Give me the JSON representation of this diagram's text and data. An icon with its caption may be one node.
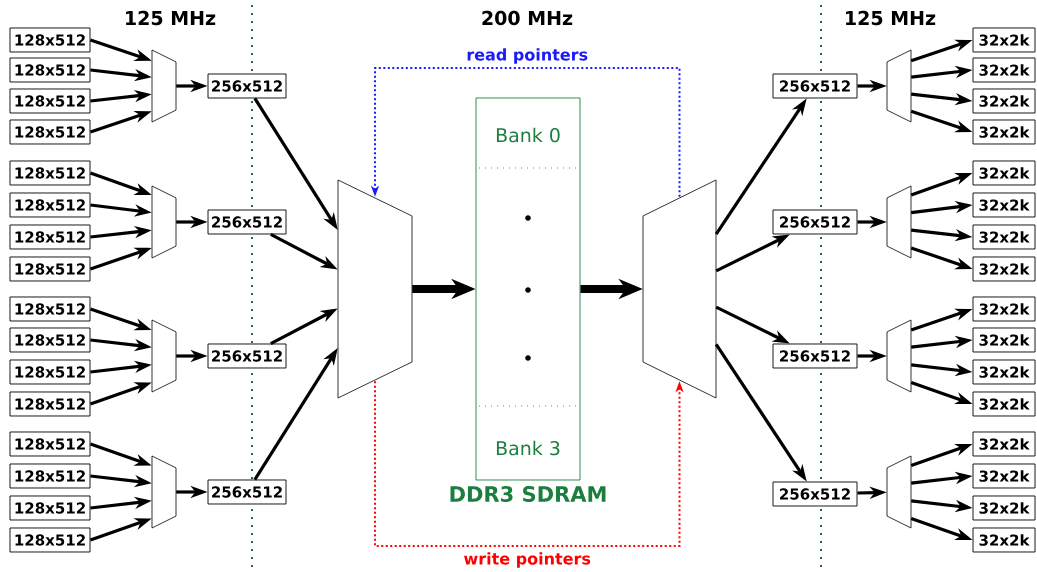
{
  "diagram": {
    "nodes": [
      {
        "text": [
          "128x512"
        ]
      },
      {
        "text": [
          "128x512"
        ]
      },
      {
        "text": [
          "128x512"
        ]
      },
      {
        "text": [
          "128x512"
        ]
      },
      {
        "text": [],
        "shape": "trapezoid"
      },
      {
        "text": [
          "256x512"
        ]
      },
      {
        "text": [
          "128x512"
        ]
      },
      {
        "text": [
          "128x512"
        ]
      },
      {
        "text": [
          "128x512"
        ]
      },
      {
        "text": [
          "128x512"
        ]
      },
      {
        "text": [],
        "shape": "trapezoid"
      },
      {
        "text": [
          "256x512"
        ]
      },
      {
        "text": [
          "128x512"
        ]
      },
      {
        "text": [
          "128x512"
        ]
      },
      {
        "text": [
          "128x512"
        ]
      },
      {
        "text": [
          "128x512"
        ]
      },
      {
        "text": [],
        "shape": "trapezoid"
      },
      {
        "text": [
          "256x512"
        ]
      },
      {
        "text": [
          "128x512"
        ]
      },
      {
        "text": [
          "128x512"
        ]
      },
      {
        "text": [
          "128x512"
        ]
      },
      {
        "text": [
          "128x512"
        ]
      },
      {
        "text": [],
        "shape": "trapezoid"
      },
      {
        "text": [
          "256x512"
        ]
      },
      {
        "text": [],
        "shape": "trapezoid"
      },
      {
        "text": [
          "Bank 0",
          "Bank 3",
          "DDR3 SDRAM"
        ]
      },
      {
        "text": [],
        "shape": "trapezoid"
      },
      {
        "text": [
          "256x512"
        ]
      },
      {
        "text": [],
        "shape": "trapezoid"
      },
      {
        "text": [
          "32x2k"
        ]
      },
      {
        "text": [
          "32x2k"
        ]
      },
      {
        "text": [
          "32x2k"
        ]
      },
      {
        "text": [
          "32x2k"
        ]
      },
      {
        "text": [
          "256x512"
        ]
      },
      {
        "text": [],
        "shape": "trapezoid"
      },
      {
        "text": [
          "32x2k"
        ]
      },
      {
        "text": [
          "32x2k"
        ]
      },
      {
        "text": [
          "32x2k"
        ]
      },
      {
        "text": [
          "32x2k"
        ]
      },
      {
        "text": [
          "256x512"
        ]
      },
      {
        "text": [],
        "shape": "trapezoid"
      },
      {
        "text": [
          "32x2k"
        ]
      },
      {
        "text": [
          "32x2k"
        ]
      },
      {
        "text": [
          "32x2k"
        ]
      },
      {
        "text": [
          "32x2k"
        ]
      },
      {
        "text": [
          "256x512"
        ]
      },
      {
        "text": [],
        "shape": "trapezoid"
      },
      {
        "text": [
          "32x2k"
        ]
      },
      {
        "text": [
          "32x2k"
        ]
      },
      {
        "text": [
          "32x2k"
        ]
      },
      {
        "text": [
          "32x2k"
        ]
      }
    ],
    "edges": [
      {
        "from": 0,
        "to": 4,
        "arrow": "to"
      },
      {
        "from": 1,
        "to": 4,
        "arrow": "to"
      },
      {
        "from": 2,
        "to": 4,
        "arrow": "to"
      },
      {
        "from": 3,
        "to": 4,
        "arrow": "to"
      },
      {
        "from": 4,
        "to": 5,
        "arrow": "to"
      },
      {
        "from": 6,
        "to": 10,
        "arrow": "to"
      },
      {
        "from": 7,
        "to": 10,
        "arrow": "to"
      },
      {
        "from": 8,
        "to": 10,
        "arrow": "to"
      },
      {
        "from": 9,
        "to": 10,
        "arrow": "to"
      },
      {
        "from": 10,
        "to": 11,
        "arrow": "to"
      },
      {
        "from": 12,
        "to": 16,
        "arrow": "to"
      },
      {
        "from": 13,
        "to": 16,
        "arrow": "to"
      },
      {
        "from": 14,
        "to": 16,
        "arrow": "to"
      },
      {
        "from": 15,
        "to": 16,
        "arrow": "to"
      },
      {
        "from": 16,
        "to": 17,
        "arrow": "to"
      },
      {
        "from": 18,
        "to": 22,
        "arrow": "to"
      },
      {
        "from": 19,
        "to": 22,
        "arrow": "to"
      },
      {
        "from": 20,
        "to": 22,
        "arrow": "to"
      },
      {
        "from": 21,
        "to": 22,
        "arrow": "to"
      },
      {
        "from": 22,
        "to": 23,
        "arrow": "to"
      },
      {
        "from": 5,
        "to": 24,
        "arrow": "to"
      },
      {
        "from": 11,
        "to": 24,
        "arrow": "to"
      },
      {
        "from": 17,
        "to": 24,
        "arrow": "to"
      },
      {
        "from": 23,
        "to": 24,
        "arrow": "to"
      },
      {
        "from": 24,
        "to": 25,
        "arrow": "to",
        "style": "thick"
      },
      {
        "from": 25,
        "to": 26,
        "arrow": "to",
        "style": "thick"
      },
      {
        "from": 26,
        "to": 27,
        "arrow": "to"
      },
      {
        "from": 26,
        "to": 33,
        "arrow": "to"
      },
      {
        "from": 26,
        "to": 39,
        "arrow": "to"
      },
      {
        "from": 26,
        "to": 45,
        "arrow": "to"
      },
      {
        "from": 27,
        "to": 28,
        "arrow": "to"
      },
      {
        "from": 28,
        "to": 29,
        "arrow": "to"
      },
      {
        "from": 28,
        "to": 30,
        "arrow": "to"
      },
      {
        "from": 28,
        "to": 31,
        "arrow": "to"
      },
      {
        "from": 28,
        "to": 32,
        "arrow": "to"
      },
      {
        "from": 33,
        "to": 34,
        "arrow": "to"
      },
      {
        "from": 34,
        "to": 35,
        "arrow": "to"
      },
      {
        "from": 34,
        "to": 36,
        "arrow": "to"
      },
      {
        "from": 34,
        "to": 37,
        "arrow": "to"
      },
      {
        "from": 34,
        "to": 38,
        "arrow": "to"
      },
      {
        "from": 39,
        "to": 40,
        "arrow": "to"
      },
      {
        "from": 40,
        "to": 41,
        "arrow": "to"
      },
      {
        "from": 40,
        "to": 42,
        "arrow": "to"
      },
      {
        "from": 40,
        "to": 43,
        "arrow": "to"
      },
      {
        "from": 40,
        "to": 44,
        "arrow": "to"
      },
      {
        "from": 45,
        "to": 46,
        "arrow": "to"
      },
      {
        "from": 46,
        "to": 47,
        "arrow": "to"
      },
      {
        "from": 46,
        "to": 48,
        "arrow": "to"
      },
      {
        "from": 46,
        "to": 49,
        "arrow": "to"
      },
      {
        "from": 46,
        "to": 50,
        "arrow": "to"
      },
      {
        "from": 26,
        "to": 24,
        "arrow": "to",
        "label": "read pointers",
        "style": "dashed",
        "color": "#1a1aff"
      },
      {
        "from": 24,
        "to": 26,
        "arrow": "to",
        "label": "write pointers",
        "style": "dashed",
        "color": "#ff0000"
      }
    ],
    "labels": [
      "125 MHz",
      "200 MHz",
      "125 MHz"
    ]
  }
}
